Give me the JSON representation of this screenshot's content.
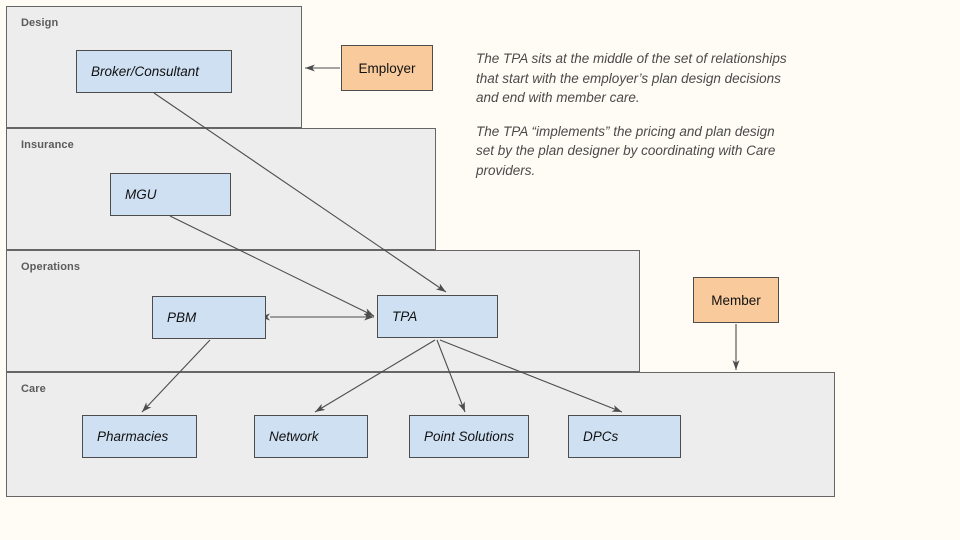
{
  "diagram": {
    "background_color": "#fffcf5",
    "band_fill": "#ededed",
    "band_stroke": "#666666",
    "node_blue_fill": "#cfe0f3",
    "node_orange_fill": "#f9cb9c",
    "node_stroke": "#4d4d4d",
    "edge_color": "#4d4d4d",
    "bands": [
      {
        "id": "design",
        "label": "Design"
      },
      {
        "id": "insurance",
        "label": "Insurance"
      },
      {
        "id": "operations",
        "label": "Operations"
      },
      {
        "id": "care",
        "label": "Care"
      }
    ],
    "nodes": [
      {
        "id": "broker",
        "label": "Broker/Consultant",
        "band": "design",
        "style": "blue"
      },
      {
        "id": "employer",
        "label": "Employer",
        "band": "none",
        "style": "orange"
      },
      {
        "id": "mgu",
        "label": "MGU",
        "band": "insurance",
        "style": "blue"
      },
      {
        "id": "pbm",
        "label": "PBM",
        "band": "operations",
        "style": "blue"
      },
      {
        "id": "tpa",
        "label": "TPA",
        "band": "operations",
        "style": "blue"
      },
      {
        "id": "member",
        "label": "Member",
        "band": "none",
        "style": "orange"
      },
      {
        "id": "pharmacies",
        "label": "Pharmacies",
        "band": "care",
        "style": "blue"
      },
      {
        "id": "network",
        "label": "Network",
        "band": "care",
        "style": "blue"
      },
      {
        "id": "point_solutions",
        "label": "Point Solutions",
        "band": "care",
        "style": "blue"
      },
      {
        "id": "dpcs",
        "label": "DPCs",
        "band": "care",
        "style": "blue"
      }
    ],
    "edges": [
      {
        "id": "employer-to-design",
        "from": "employer",
        "to": "design-band",
        "arrow": "single"
      },
      {
        "id": "broker-to-tpa",
        "from": "broker",
        "to": "tpa",
        "arrow": "single"
      },
      {
        "id": "mgu-to-tpa",
        "from": "mgu",
        "to": "tpa",
        "arrow": "single"
      },
      {
        "id": "pbm-tpa",
        "from": "pbm",
        "to": "tpa",
        "arrow": "double"
      },
      {
        "id": "pbm-to-pharmacies",
        "from": "pbm",
        "to": "pharmacies",
        "arrow": "single"
      },
      {
        "id": "tpa-to-network",
        "from": "tpa",
        "to": "network",
        "arrow": "single"
      },
      {
        "id": "tpa-to-point-solutions",
        "from": "tpa",
        "to": "point_solutions",
        "arrow": "single"
      },
      {
        "id": "tpa-to-dpcs",
        "from": "tpa",
        "to": "dpcs",
        "arrow": "single"
      },
      {
        "id": "member-to-care",
        "from": "member",
        "to": "care-band",
        "arrow": "single"
      }
    ]
  },
  "annotation": {
    "paragraph_1": "The TPA sits at the middle of the set of relationships that start with the employer’s plan design decisions and end with member care.",
    "paragraph_2": "The TPA “implements” the pricing and plan design set by the plan designer by coordinating with Care providers."
  }
}
